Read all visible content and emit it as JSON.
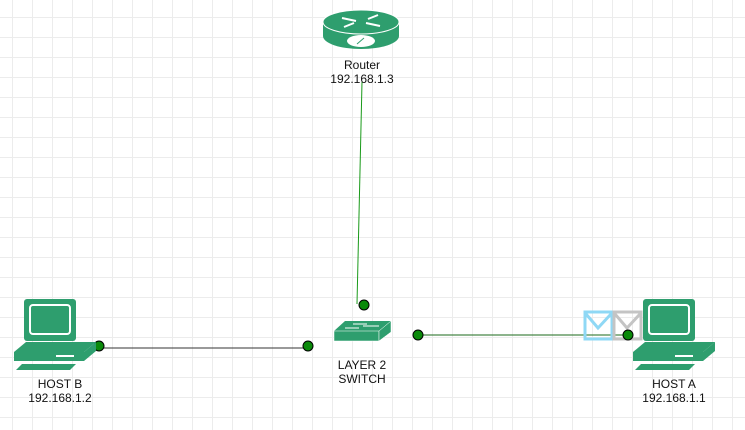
{
  "router": {
    "name": "Router",
    "ip": "192.168.1.3"
  },
  "switch": {
    "line1": "LAYER 2",
    "line2": "SWITCH"
  },
  "host_a": {
    "name": "HOST A",
    "ip": "192.168.1.1"
  },
  "host_b": {
    "name": "HOST B",
    "ip": "192.168.1.2"
  },
  "colors": {
    "device": "#2e9e6e",
    "endpoint": "#0a8a0a",
    "link_green": "#1a9a1a",
    "link_dark": "#333333",
    "envelope_blue": "#8fd8f5",
    "envelope_gray": "#c4c4c4"
  }
}
